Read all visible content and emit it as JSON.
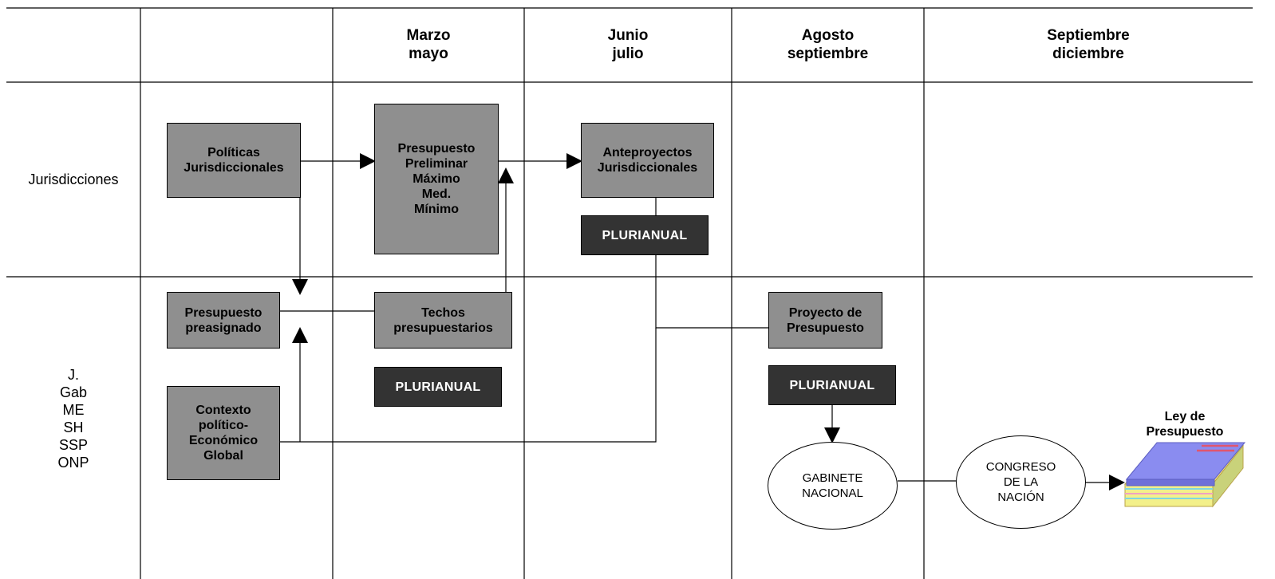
{
  "headers": [
    [
      "Marzo",
      "mayo"
    ],
    [
      "Junio",
      "julio"
    ],
    [
      "Agosto",
      "septiembre"
    ],
    [
      "Septiembre",
      "diciembre"
    ]
  ],
  "rows": {
    "jurisdicciones": [
      "Jurisdicciones"
    ],
    "central": [
      "J.",
      "Gab",
      "ME",
      "SH",
      "SSP",
      "ONP"
    ]
  },
  "nodes": {
    "politicas": [
      "Políticas",
      "Jurisdiccionales"
    ],
    "preliminar": [
      "Presupuesto",
      "Preliminar",
      "Máximo",
      "Med.",
      "Mínimo"
    ],
    "anteproyectos": [
      "Anteproyectos",
      "Jurisdiccionales"
    ],
    "plurianual_1": [
      "PLURIANUAL"
    ],
    "preasignado": [
      "Presupuesto",
      "preasignado"
    ],
    "techos": [
      "Techos",
      "presupuestarios"
    ],
    "plurianual_2": [
      "PLURIANUAL"
    ],
    "contexto": [
      "Contexto",
      "político-",
      "Económico",
      "Global"
    ],
    "proyecto": [
      "Proyecto de",
      "Presupuesto"
    ],
    "plurianual_3": [
      "PLURIANUAL"
    ],
    "gabinete": [
      "GABINETE",
      "NACIONAL"
    ],
    "congreso": [
      "CONGRESO",
      "DE LA",
      "NACIÓN"
    ],
    "ley": [
      "Ley de",
      "Presupuesto"
    ]
  },
  "colors": {
    "box_fill": "#8f8f8f",
    "dark_fill": "#333333",
    "book_cover": "#8a8cf0",
    "book_stripe": "#e0566e"
  },
  "icons": {
    "ley": "book-icon"
  }
}
